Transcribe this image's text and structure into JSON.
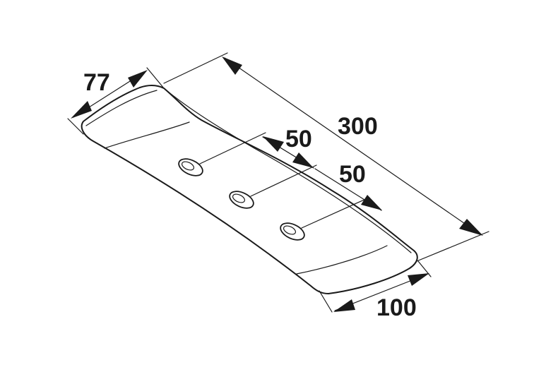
{
  "dimensions": {
    "width_top": "77",
    "length": "300",
    "hole_spacing_1": "50",
    "hole_spacing_2": "50",
    "width_bottom": "100"
  }
}
